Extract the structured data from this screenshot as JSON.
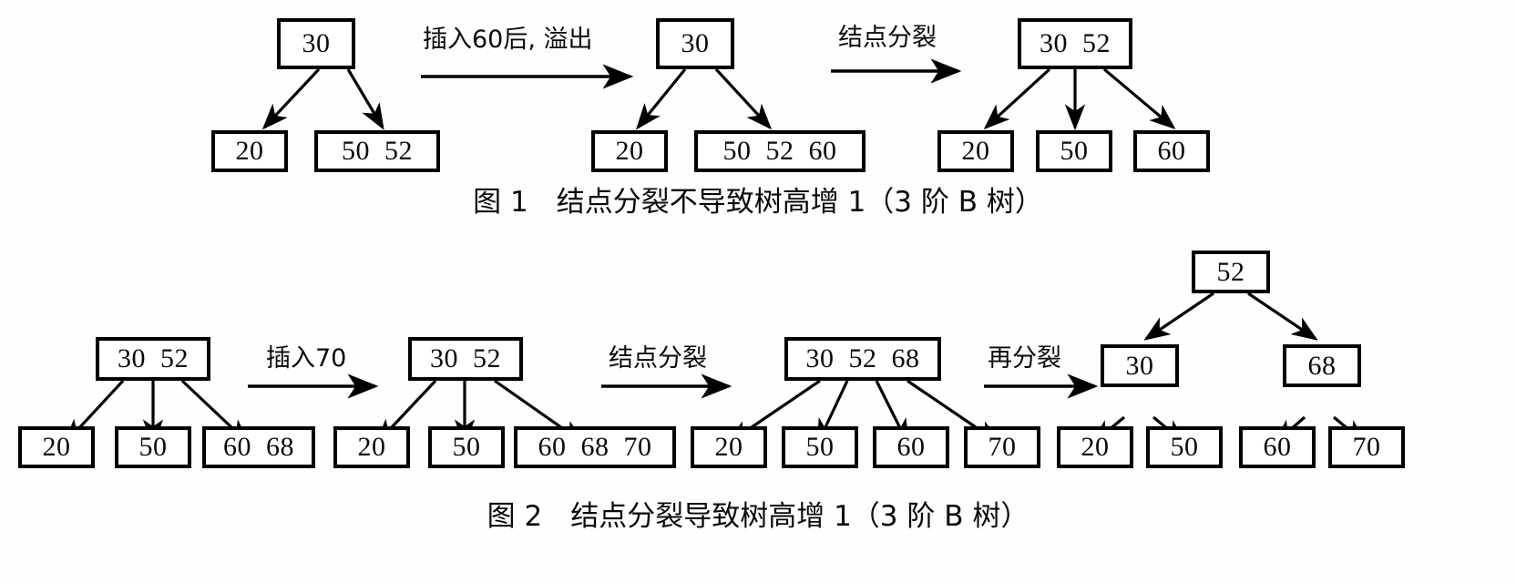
{
  "figure1": {
    "caption": "图 1　结点分裂不导致树高增 1（3 阶 B 树）",
    "transitions": [
      {
        "label": "插入60后, 溢出"
      },
      {
        "label": "结点分裂"
      }
    ],
    "trees": [
      {
        "name": "before-insert",
        "root": "30",
        "children": [
          "20",
          "50  52"
        ]
      },
      {
        "name": "after-insert-overflow",
        "root": "30",
        "children": [
          "20",
          "50  52  60"
        ]
      },
      {
        "name": "after-split",
        "root": "30  52",
        "children": [
          "20",
          "50",
          "60"
        ]
      }
    ]
  },
  "figure2": {
    "caption": "图 2　结点分裂导致树高增 1（3 阶 B 树）",
    "transitions": [
      {
        "label": "插入70"
      },
      {
        "label": "结点分裂"
      },
      {
        "label": "再分裂"
      }
    ],
    "trees": [
      {
        "name": "before-insert",
        "root": "30  52",
        "children": [
          "20",
          "50",
          "60  68"
        ]
      },
      {
        "name": "after-insert-overflow",
        "root": "30  52",
        "children": [
          "20",
          "50",
          "60  68  70"
        ]
      },
      {
        "name": "after-split-root-overflow",
        "root": "30  52  68",
        "children": [
          "20",
          "50",
          "60",
          "70"
        ]
      },
      {
        "name": "after-root-split",
        "root": "52",
        "internal": [
          "30",
          "68"
        ],
        "leaves": [
          "20",
          "50",
          "60",
          "70"
        ]
      }
    ]
  },
  "style": {
    "stroke": "#000000",
    "background": "#ffffff",
    "text": "#0a0a0a"
  }
}
